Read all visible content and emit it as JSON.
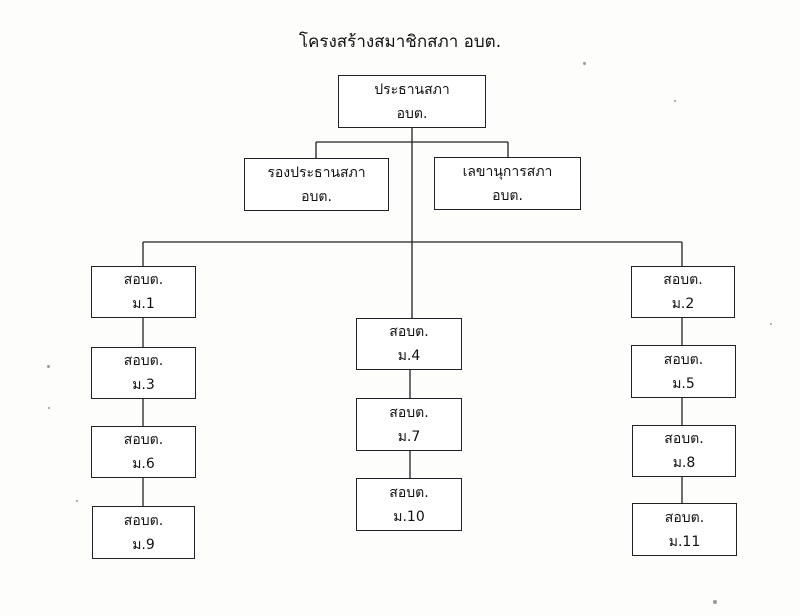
{
  "title": "โครงสร้างสมาชิกสภา อบต.",
  "nodes": {
    "president": {
      "line1": "ประธานสภา",
      "line2": "อบต."
    },
    "vice_president": {
      "line1": "รองประธานสภา",
      "line2": "อบต."
    },
    "secretary": {
      "line1": "เลขานุการสภา",
      "line2": "อบต."
    },
    "m1": {
      "line1": "สอบต.",
      "line2": "ม.1"
    },
    "m2": {
      "line1": "สอบต.",
      "line2": "ม.2"
    },
    "m3": {
      "line1": "สอบต.",
      "line2": "ม.3"
    },
    "m4": {
      "line1": "สอบต.",
      "line2": "ม.4"
    },
    "m5": {
      "line1": "สอบต.",
      "line2": "ม.5"
    },
    "m6": {
      "line1": "สอบต.",
      "line2": "ม.6"
    },
    "m7": {
      "line1": "สอบต.",
      "line2": "ม.7"
    },
    "m8": {
      "line1": "สอบต.",
      "line2": "ม.8"
    },
    "m9": {
      "line1": "สอบต.",
      "line2": "ม.9"
    },
    "m10": {
      "line1": "สอบต.",
      "line2": "ม.10"
    },
    "m11": {
      "line1": "สอบต.",
      "line2": "ม.11"
    }
  }
}
